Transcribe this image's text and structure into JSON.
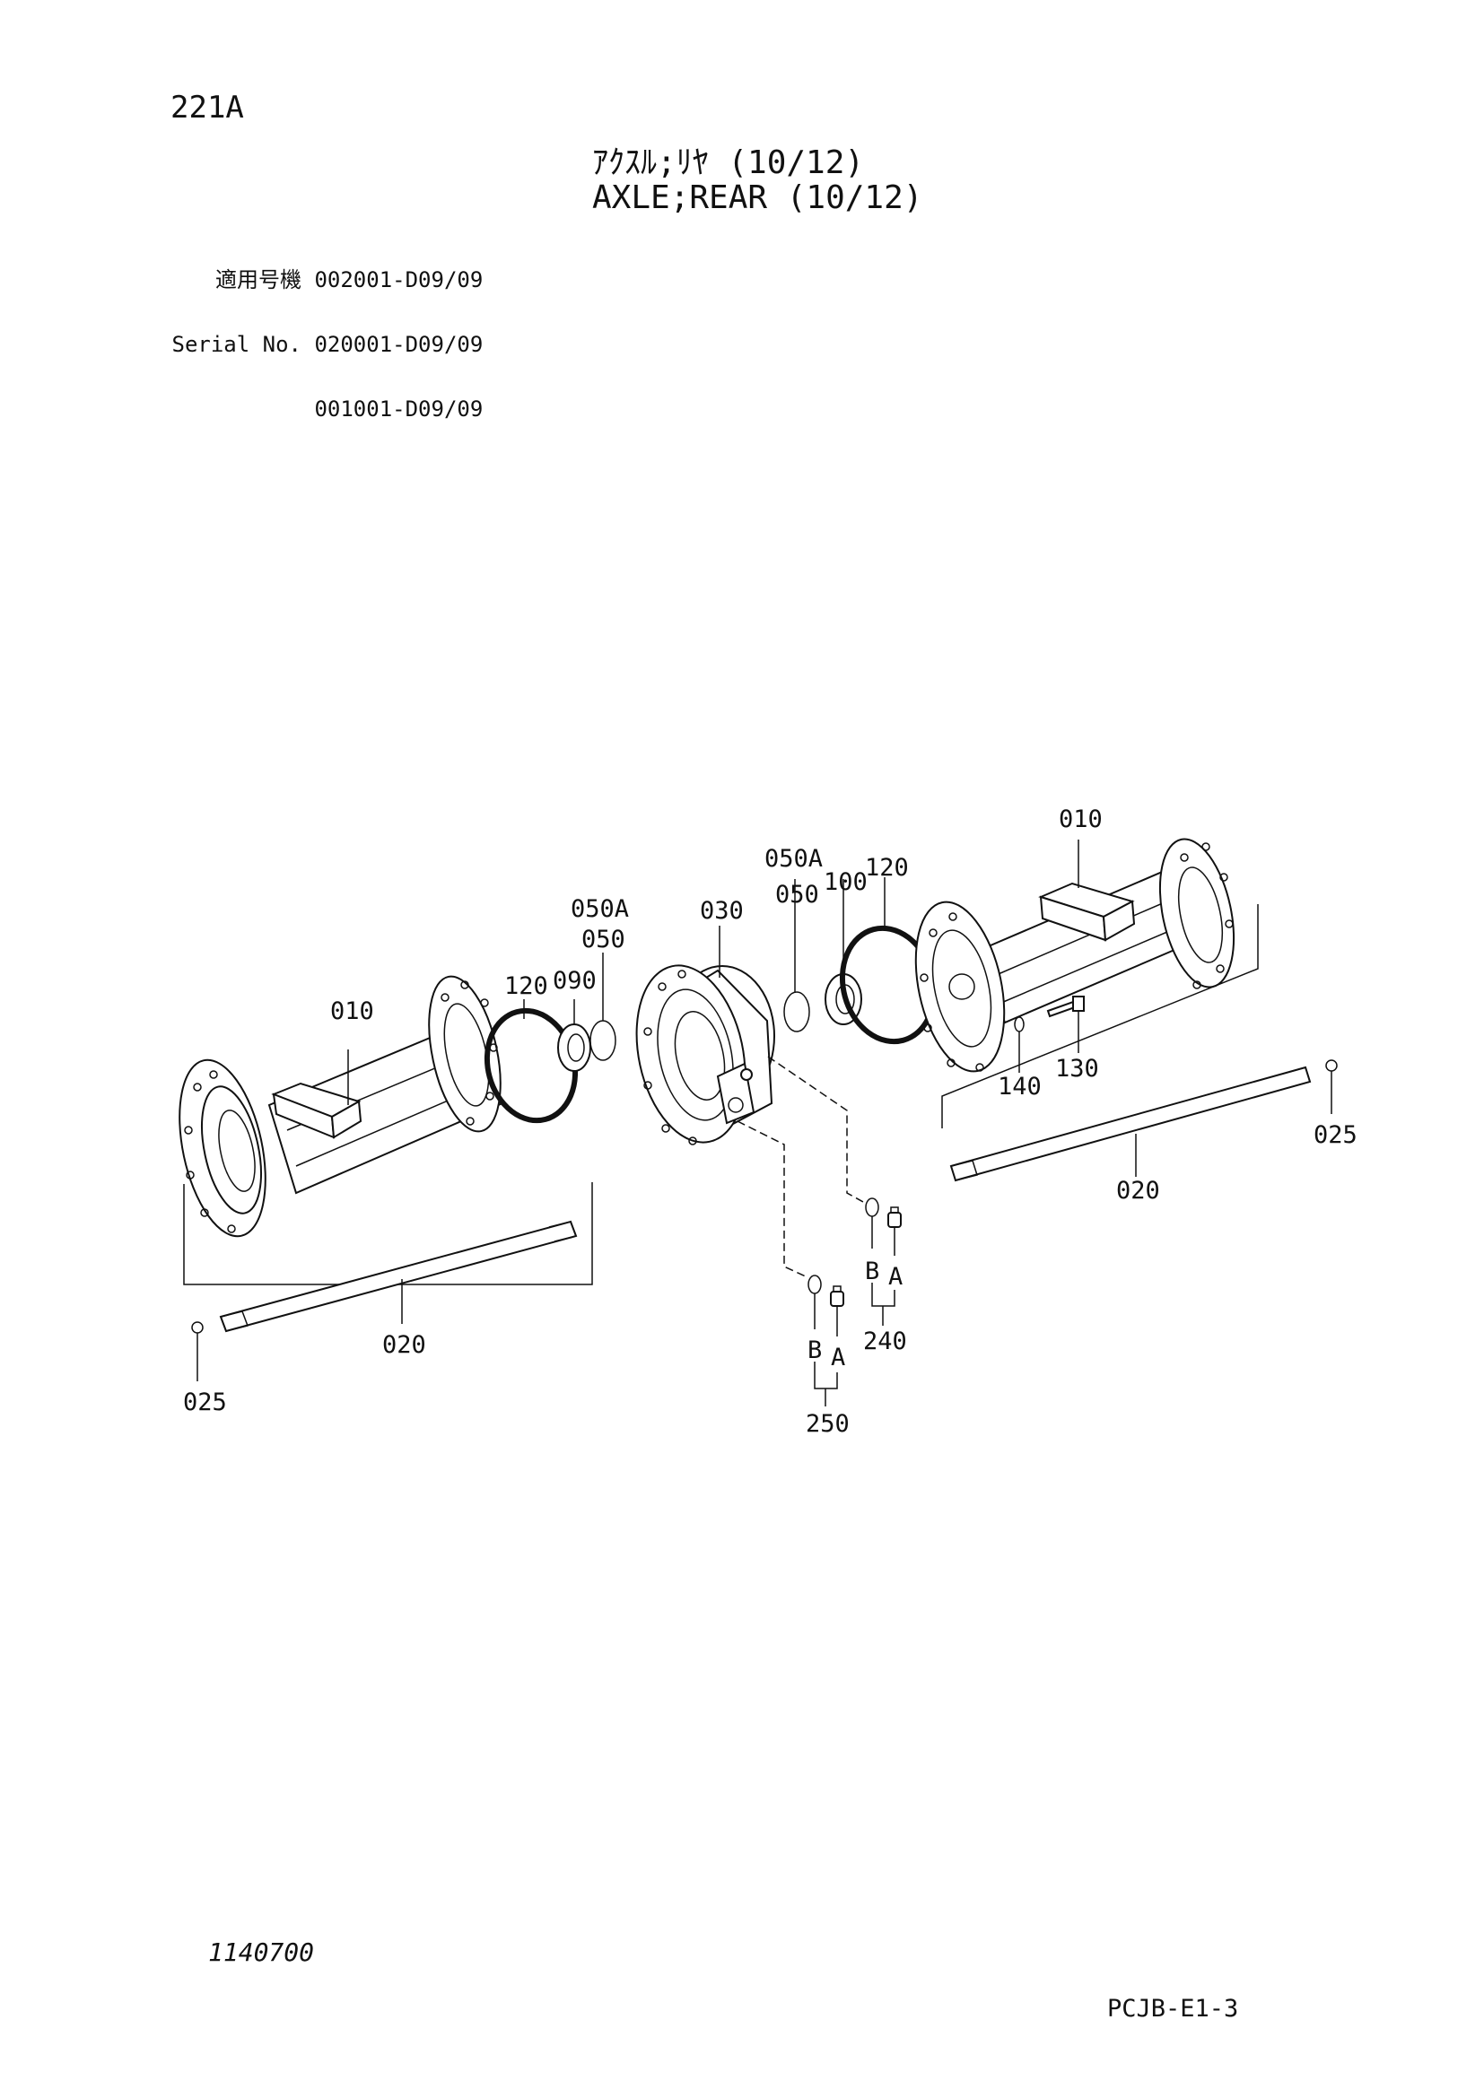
{
  "header": {
    "page_code": "221A",
    "title_jp": "ｱｸｽﾙ;ﾘﾔ (10/12)",
    "title_en": "AXLE;REAR (10/12)"
  },
  "serial": {
    "label_jp": "適用号機",
    "label_en": "Serial No.",
    "ranges": [
      "002001-D09/09",
      "020001-D09/09",
      "001001-D09/09"
    ]
  },
  "callouts": {
    "c010_left": "010",
    "c010_right": "010",
    "c020_left": "020",
    "c020_right": "020",
    "c025_left": "025",
    "c025_right": "025",
    "c030": "030",
    "c050a_left": "050A",
    "c050_left": "050",
    "c050a_right": "050A",
    "c050_right": "050",
    "c090": "090",
    "c100": "100",
    "c120_left": "120",
    "c120_right": "120",
    "c130": "130",
    "c140": "140",
    "c240": "240",
    "c250": "250",
    "c240_b": "B",
    "c240_a": "A",
    "c250_b": "B",
    "c250_a": "A"
  },
  "footer": {
    "drawing_no": "1140700",
    "sheet_code": "PCJB-E1-3"
  }
}
